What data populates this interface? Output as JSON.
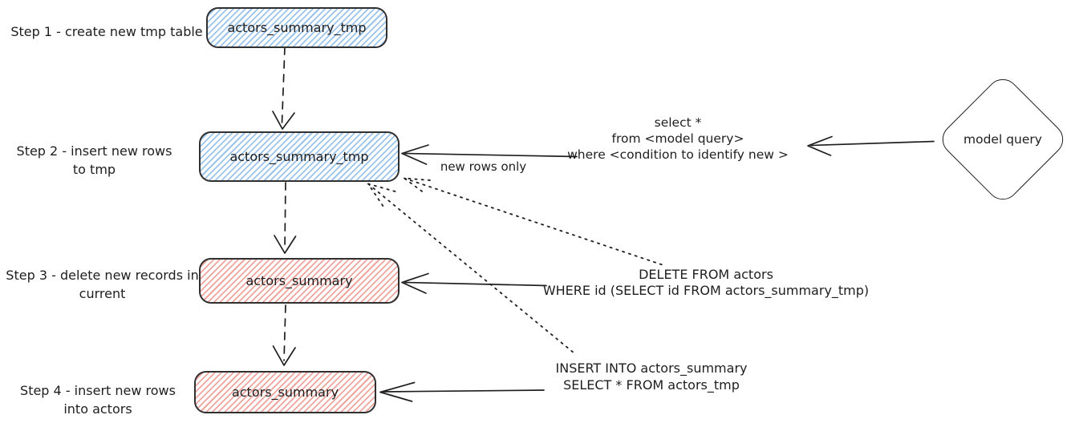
{
  "steps": [
    {
      "line1": "Step 1 - create new tmp table",
      "line2": ""
    },
    {
      "line1": "Step 2 - insert new rows",
      "line2": "to tmp"
    },
    {
      "line1": "Step 3 - delete new records in",
      "line2": "current"
    },
    {
      "line1": "Step 4 - insert new rows",
      "line2": "into actors"
    }
  ],
  "nodes": [
    {
      "label": "actors_summary_tmp",
      "fill": "blue"
    },
    {
      "label": "actors_summary_tmp",
      "fill": "blue"
    },
    {
      "label": "actors_summary",
      "fill": "red"
    },
    {
      "label": "actors_summary",
      "fill": "red"
    }
  ],
  "diamond": {
    "label": "model query"
  },
  "annotations": {
    "new_rows_only": "new rows only",
    "select_sql": {
      "line1": "select *",
      "line2": "from <model query>",
      "line3": "where <condition to identify new >"
    },
    "delete_sql": {
      "line1": "DELETE FROM actors",
      "line2": "WHERE id (SELECT id FROM actors_summary_tmp)"
    },
    "insert_sql": {
      "line1": "INSERT INTO actors_summary",
      "line2": "SELECT * FROM actors_tmp"
    }
  },
  "colors": {
    "canvas_bg": "#ffffff",
    "stroke": "#1e1e1e",
    "blue_hatch": "#9cc3ec",
    "red_hatch": "#f0a49e",
    "node_border": "#303030"
  }
}
